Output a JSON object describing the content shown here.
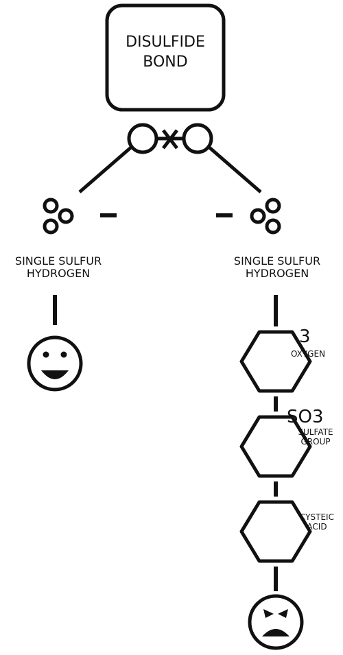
{
  "top_box": {
    "line1": "DISULFIDE",
    "line2": "BOND"
  },
  "left_branch": {
    "line1": "SINGLE SULFUR",
    "line2": "HYDROGEN"
  },
  "right_branch": {
    "line1": "SINGLE SULFUR",
    "line2": "HYDROGEN"
  },
  "oxidation_steps": [
    {
      "formula": "3",
      "line1": "OXYGEN",
      "line2": ""
    },
    {
      "formula": "SO3",
      "line1": "SULFATE",
      "line2": "GROUP"
    },
    {
      "formula": "",
      "line1": "CYSTEIC",
      "line2": "ACID"
    }
  ],
  "colors": {
    "stroke": "#111111",
    "background": "#ffffff"
  },
  "icons": [
    "disulfide-bond-icon",
    "atom-cluster-icon",
    "hexagon-icon",
    "happy-face-icon",
    "angry-face-icon"
  ]
}
